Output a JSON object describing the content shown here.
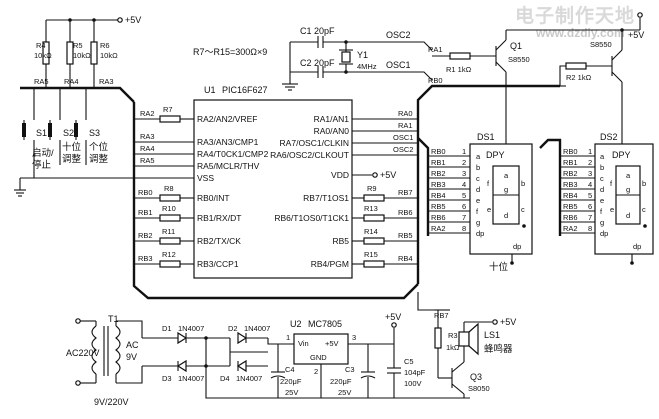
{
  "watermark": {
    "cn": "电子制作天地",
    "url": "www.dzdiy.com"
  },
  "supply": {
    "vcc": "+5V"
  },
  "resistor_note": "R7～R15=300Ω×9",
  "pull_ups": [
    {
      "ref": "R4",
      "value": "10kΩ",
      "net": "RA5"
    },
    {
      "ref": "R5",
      "value": "10kΩ",
      "net": "RA4"
    },
    {
      "ref": "R6",
      "value": "10kΩ",
      "net": "RA3"
    }
  ],
  "switches": [
    {
      "ref": "S1",
      "label_top": "启动/",
      "label_bottom": "停止"
    },
    {
      "ref": "S2",
      "label_top": "十位",
      "label_bottom": "调整"
    },
    {
      "ref": "S3",
      "label_top": "个位",
      "label_bottom": "调整"
    }
  ],
  "oscillator": {
    "c1": "C1  20pF",
    "c2": "C2  20pF",
    "crystal_ref": "Y1",
    "crystal_value": "4MHz",
    "osc1": "OSC1",
    "osc2": "OSC2"
  },
  "mcu": {
    "ref": "U1",
    "part": "PIC16F627",
    "left_pins": [
      "RA2/AN2/VREF",
      "RA3/AN3/CMP1",
      "RA4/T0CK1/CMP2",
      "RA5/MCLR/THV",
      "VSS",
      "RB0/INT",
      "RB1/RX/DT",
      "RB2/TX/CK",
      "RB3/CCP1"
    ],
    "right_pins": [
      "RA1/AN1",
      "RA0/AN0",
      "RA7/OSC1/CLKIN",
      "RA6/OSC2/CLKOUT",
      "VDD",
      "RB7/T1OS1",
      "RB6/T1OS0/T1CK1",
      "RB5",
      "RB4/PGM"
    ],
    "vdd_supply": "+5V"
  },
  "series_resistors": {
    "left": [
      {
        "ref": "R7",
        "net": "RA2"
      },
      {
        "ref": "R8",
        "net": "RB0"
      },
      {
        "ref": "R10",
        "net": "RB1"
      },
      {
        "ref": "R11",
        "net": "RB2"
      },
      {
        "ref": "R12",
        "net": "RB3"
      }
    ],
    "right": [
      {
        "ref": "R9",
        "net": "RB7"
      },
      {
        "ref": "R13",
        "net": "RB6"
      },
      {
        "ref": "R14",
        "net": "RB5"
      },
      {
        "ref": "R15",
        "net": "RB4"
      }
    ]
  },
  "left_nets": [
    "RA2",
    "RA3",
    "RA4",
    "RA5",
    "RB0",
    "RB1",
    "RB2",
    "RB3"
  ],
  "right_nets": [
    "RA0",
    "RA1",
    "OSC1",
    "OSC2",
    "RB7",
    "RB6",
    "RB5",
    "RB4"
  ],
  "drivers": {
    "q1": {
      "ref": "Q1",
      "part": "S8550",
      "base_net": "RA1",
      "resistor": "R1  1kΩ"
    },
    "q2": {
      "ref": "Q2",
      "part": "S8550",
      "base_net": "RB0",
      "resistor": "R2  1kΩ",
      "supply": "+5V"
    }
  },
  "displays": [
    {
      "ref": "DS1",
      "type": "DPY",
      "caption": "十位",
      "nets": [
        "RB0",
        "RB1",
        "RB2",
        "RB3",
        "RB4",
        "RB5",
        "RB6",
        "RA2"
      ],
      "pins": [
        "1",
        "2",
        "3",
        "4",
        "5",
        "6",
        "7",
        "8"
      ],
      "segments": [
        "a",
        "b",
        "c",
        "d",
        "e",
        "f",
        "g",
        "dp"
      ]
    },
    {
      "ref": "DS2",
      "type": "DPY",
      "caption": "",
      "nets": [
        "RB0",
        "RB1",
        "RB2",
        "RB3",
        "RB4",
        "RB5",
        "RB6",
        "RA2"
      ],
      "pins": [
        "1",
        "2",
        "3",
        "4",
        "5",
        "6",
        "7",
        "8"
      ],
      "segments": [
        "a",
        "b",
        "c",
        "d",
        "e",
        "f",
        "g",
        "dp"
      ]
    }
  ],
  "power": {
    "transformer_ref": "T1",
    "ac_in": "AC220V",
    "ac_out_1": "AC",
    "ac_out_2": "9V",
    "transformer_rating": "9V/220V",
    "diodes": [
      {
        "ref": "D1",
        "part": "1N4007"
      },
      {
        "ref": "D2",
        "part": "1N4007"
      },
      {
        "ref": "D3",
        "part": "1N4007"
      },
      {
        "ref": "D4",
        "part": "1N4007"
      }
    ],
    "regulator_ref": "U2",
    "regulator_part": "MC7805",
    "reg_vin": "Vin",
    "reg_vout": "+5V",
    "reg_gnd": "GND",
    "reg_pin1": "1",
    "reg_pin2": "2",
    "reg_pin3": "3",
    "c4_ref": "C4",
    "c4_value": "220μF",
    "c4_voltage": "25V",
    "c3_ref": "C3",
    "c3_value": "220μF",
    "c3_voltage": "25V",
    "c5_ref": "C5",
    "c5_value": "104pF",
    "c5_voltage": "100V",
    "out_label": "+5V"
  },
  "buzzer": {
    "net": "RB7",
    "r3_ref": "R3",
    "r3_value": "1kΩ",
    "ls_ref": "LS1",
    "ls_label": "蜂鸣器",
    "q3_ref": "Q3",
    "q3_part": "S8050",
    "supply": "+5V"
  }
}
